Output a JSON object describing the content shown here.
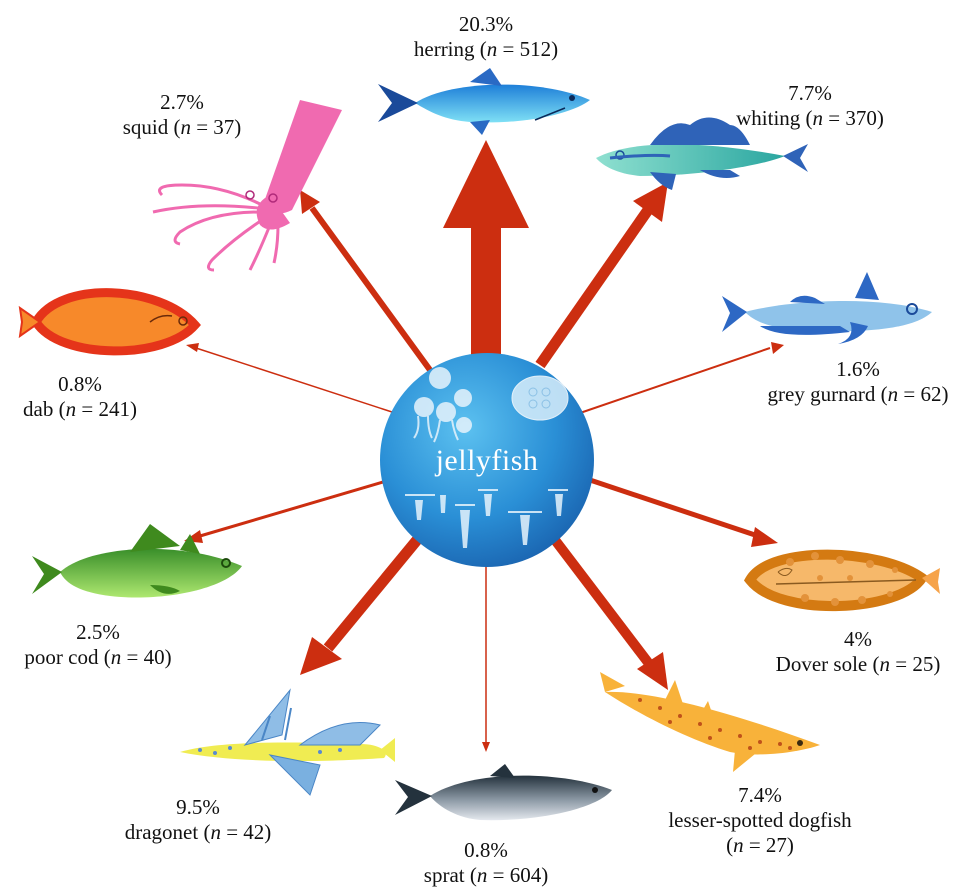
{
  "center": {
    "label": "jellyfish"
  },
  "prey": [
    {
      "key": "herring",
      "pct": "20.3%",
      "name": "herring",
      "n": "512",
      "color": "#2aa9ee"
    },
    {
      "key": "whiting",
      "pct": "7.7%",
      "name": "whiting",
      "n": "370",
      "color": "#2fb3a6"
    },
    {
      "key": "grey-gurnard",
      "pct": "1.6%",
      "name": "grey gurnard",
      "n": "62",
      "color": "#6aa7d8"
    },
    {
      "key": "dover-sole",
      "pct": "4%",
      "name": "Dover sole",
      "n": "25",
      "color": "#f0a43a"
    },
    {
      "key": "dogfish",
      "pct": "7.4%",
      "name": "lesser-spotted dogfish",
      "n": "27",
      "color": "#f5a623"
    },
    {
      "key": "sprat",
      "pct": "0.8%",
      "name": "sprat",
      "n": "604",
      "color": "#5b6b7a"
    },
    {
      "key": "dragonet",
      "pct": "9.5%",
      "name": "dragonet",
      "n": "42",
      "color": "#e8e23a"
    },
    {
      "key": "poor-cod",
      "pct": "2.5%",
      "name": "poor cod",
      "n": "40",
      "color": "#6cc23a"
    },
    {
      "key": "dab",
      "pct": "0.8%",
      "name": "dab",
      "n": "241",
      "color": "#f7892a"
    },
    {
      "key": "squid",
      "pct": "2.7%",
      "name": "squid",
      "n": "37",
      "color": "#f06ab0"
    }
  ],
  "arrow_color": "#cc2e10"
}
